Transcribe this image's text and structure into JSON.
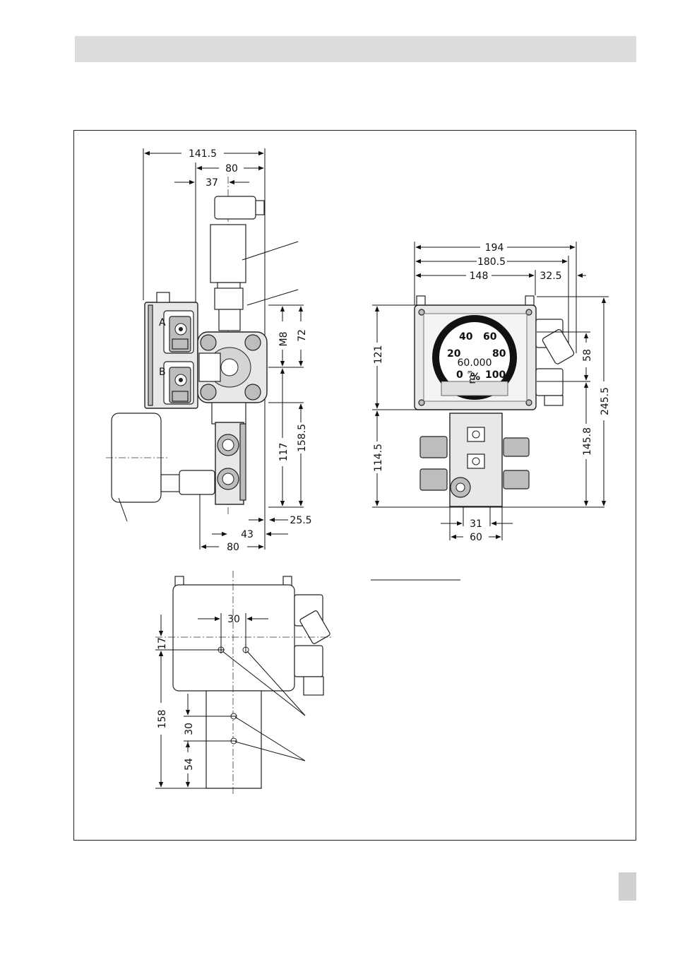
{
  "side_view": {
    "dims": {
      "width_total": "141.5",
      "width_body": "80",
      "offset_37": "37",
      "thread": "M8",
      "h72": "72",
      "h117": "117",
      "h158_5": "158.5",
      "d25_5": "25.5",
      "d43": "43",
      "bottom_80": "80"
    },
    "port_labels": [
      "A",
      "B"
    ]
  },
  "front_view": {
    "dims": {
      "w194": "194",
      "w180_5": "180.5",
      "w148": "148",
      "w32_5": "32.5",
      "h121": "121",
      "h114_5": "114.5",
      "h58": "58",
      "h145_8": "145.8",
      "h245_5": "245.5",
      "w31": "31",
      "w60": "60"
    },
    "gauge": {
      "scale_labels": [
        "0",
        "20",
        "40",
        "60",
        "80",
        "100"
      ],
      "counter": "60.000",
      "unit_top": "m³",
      "unit_percent": "%"
    }
  },
  "top_view": {
    "dims": {
      "d30_h": "30",
      "d17": "17",
      "d158": "158",
      "d30_v": "30",
      "d54": "54"
    }
  }
}
